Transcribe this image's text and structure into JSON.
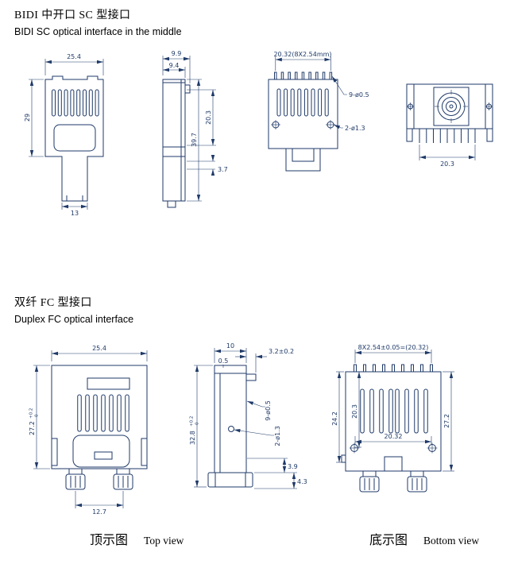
{
  "page": {
    "line_color": "#1f3a68",
    "background": "#ffffff"
  },
  "section_bidi": {
    "title_cn": "BIDI 中开口 SC 型接口",
    "title_en": "BIDI SC optical interface in the middle",
    "front_view": {
      "width": "25.4",
      "height": "29",
      "stem_width": "13"
    },
    "side_view": {
      "depth_outer": "9.9",
      "depth_inner": "9.4",
      "height": "39.7",
      "mid_height": "20.3",
      "foot": "3.7"
    },
    "pin_view": {
      "pin_pitch": "20.32(8X2.54mm)",
      "pin_note": "9-ø0.5",
      "hole_note": "2-ø1.3"
    },
    "connector_view": {
      "pin_span": "20.3"
    }
  },
  "section_fc": {
    "title_cn": "双纤 FC 型接口",
    "title_en": "Duplex FC optical interface",
    "top_view": {
      "width": "25.4",
      "height": "27.2",
      "height_tol_upper": "+0.2",
      "height_tol_lower": "0",
      "connector_pitch": "12.7"
    },
    "side_view": {
      "depth": "10",
      "tab": "3.2±0.2",
      "step": "0.5",
      "height": "32.8",
      "height_tol_upper": "+0.2",
      "height_tol_lower": "0",
      "pin_note": "9-ø0.5",
      "hole_note": "2-ø1.3",
      "dim_a": "3.9",
      "dim_b": "4.3"
    },
    "bottom_view": {
      "pin_pitch": "8X2.54±0.05=(20.32)",
      "dim_a": "24.2",
      "dim_b": "20.3",
      "height": "27.2",
      "pin_span": "20.32"
    }
  },
  "footer": {
    "top_view_cn": "顶示图",
    "top_view_en": "Top view",
    "bottom_view_cn": "底示图",
    "bottom_view_en": "Bottom view"
  }
}
